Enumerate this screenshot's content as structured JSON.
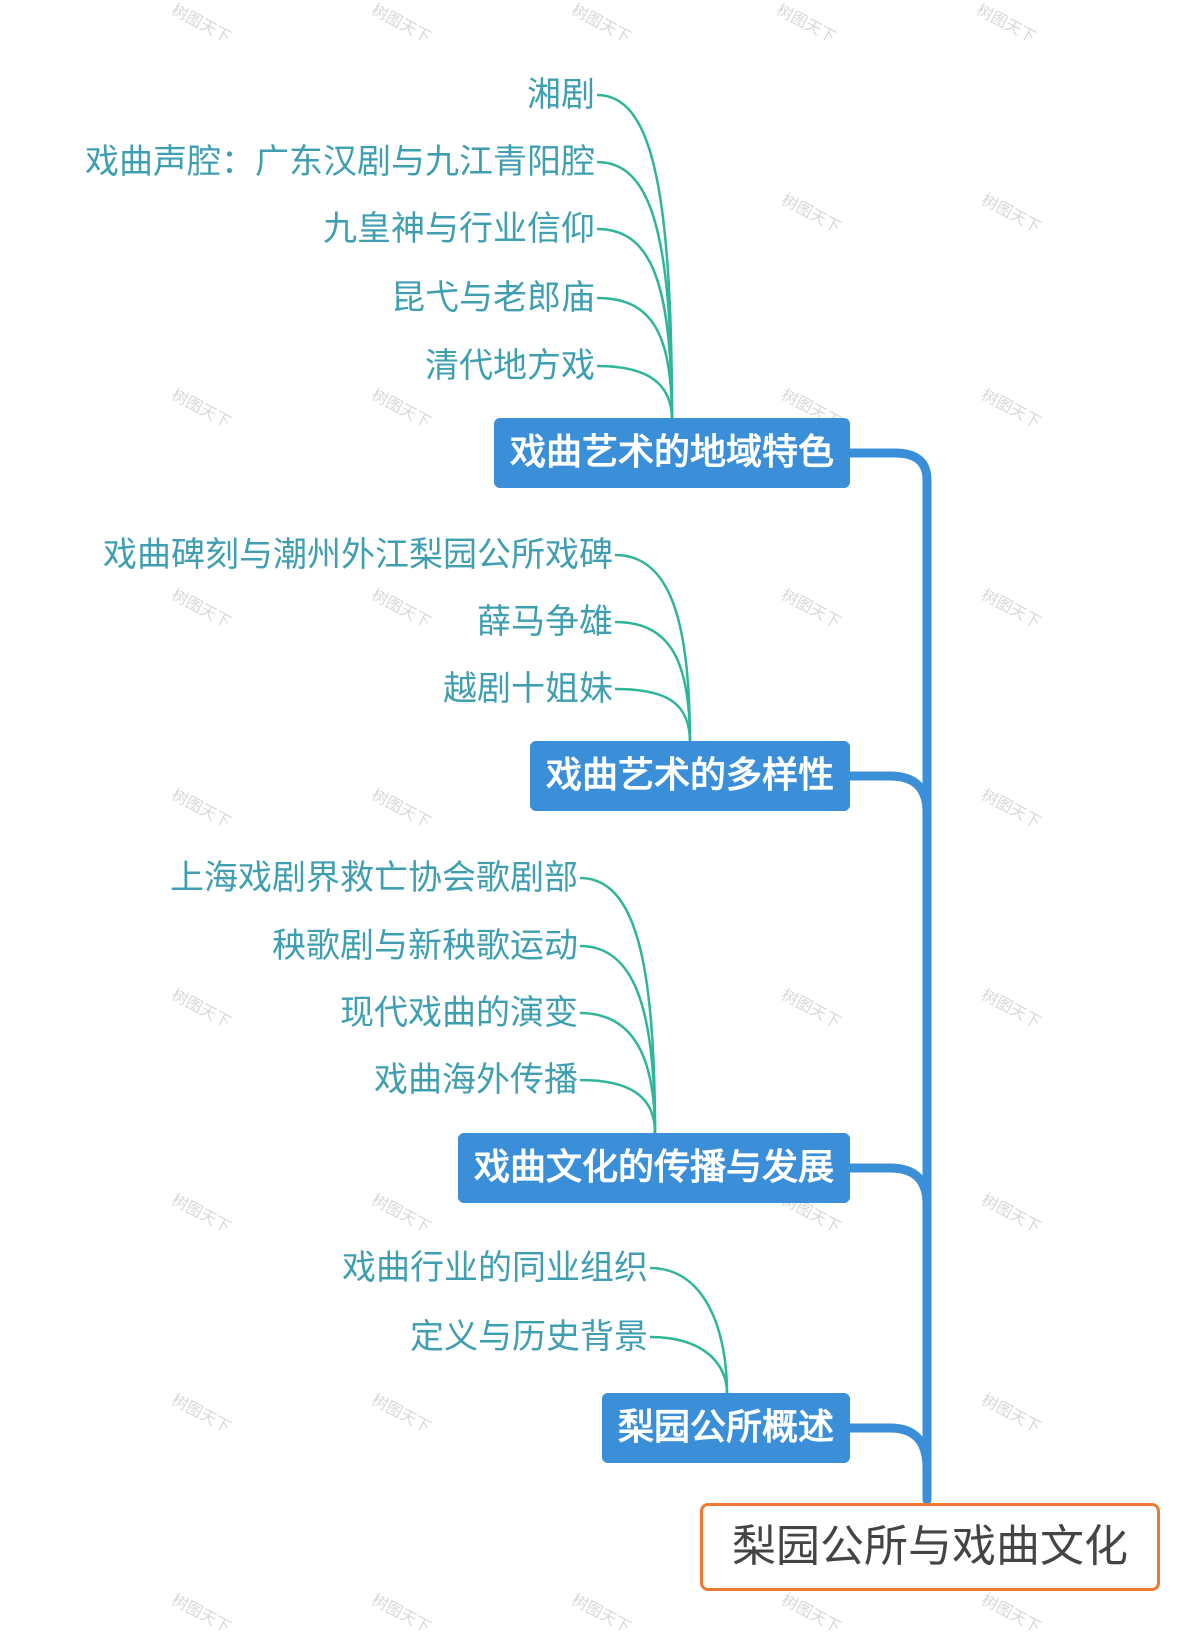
{
  "root": {
    "label": "梨园公所与戏曲文化"
  },
  "branches": [
    {
      "label": "戏曲艺术的地域特色",
      "children": [
        "湘剧",
        "戏曲声腔：广东汉剧与九江青阳腔",
        "九皇神与行业信仰",
        "昆弋与老郎庙",
        "清代地方戏"
      ]
    },
    {
      "label": "戏曲艺术的多样性",
      "children": [
        "戏曲碑刻与潮州外江梨园公所戏碑",
        "薛马争雄",
        "越剧十姐妹"
      ]
    },
    {
      "label": "戏曲文化的传播与发展",
      "children": [
        "上海戏剧界救亡协会歌剧部",
        "秧歌剧与新秧歌运动",
        "现代戏曲的演变",
        "戏曲海外传播"
      ]
    },
    {
      "label": "梨园公所概述",
      "children": [
        "戏曲行业的同业组织",
        "定义与历史背景"
      ]
    }
  ],
  "watermark": "树图天下",
  "colors": {
    "branch_fill": "#3b8fd9",
    "trunk": "#3b8fd9",
    "leaf_text": "#3f9fb0",
    "leaf_line": "#2fb59a",
    "root_border": "#ec7a32"
  }
}
